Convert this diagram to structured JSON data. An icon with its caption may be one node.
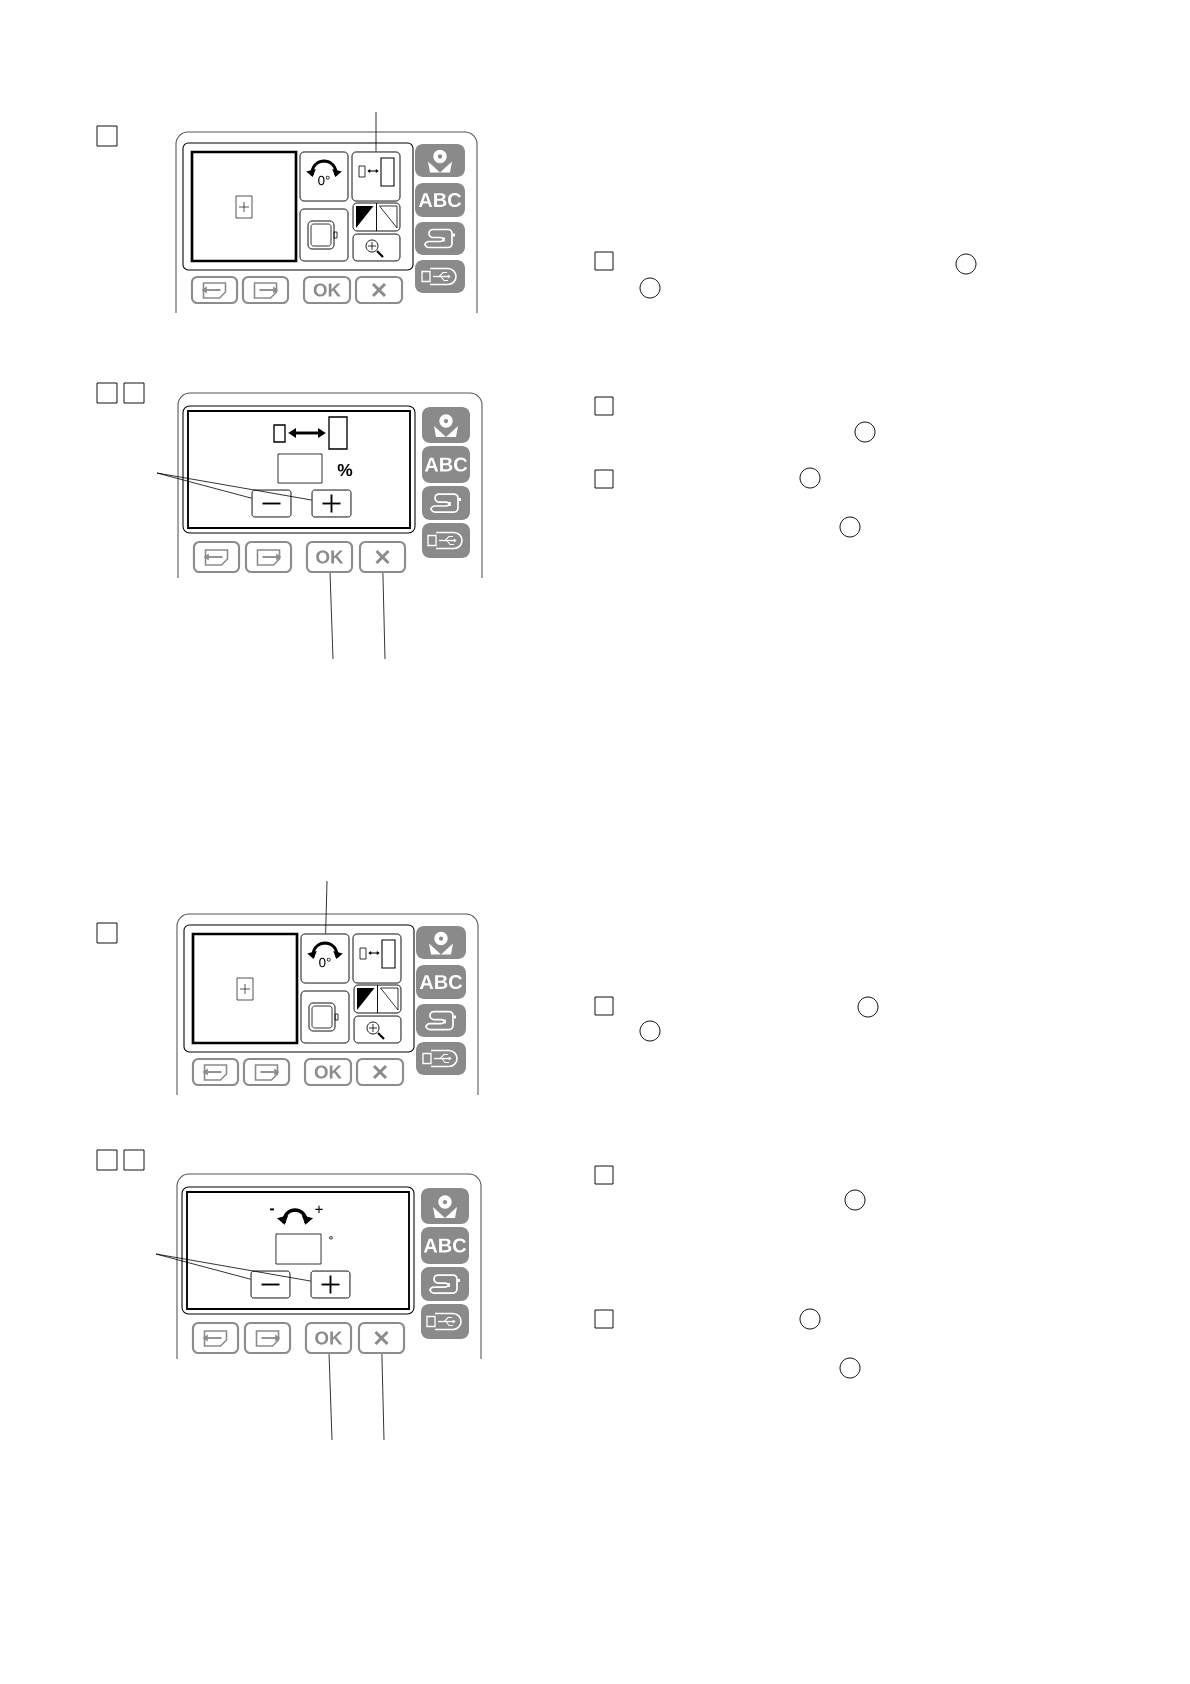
{
  "diagram": {
    "nodes": [
      {
        "text": [
          "0°"
        ]
      },
      {
        "text": [],
        "shape": "box"
      },
      {
        "text": [],
        "shape": "box"
      },
      {
        "text": [],
        "shape": "box"
      },
      {
        "text": [],
        "shape": "box"
      },
      {
        "text": [],
        "shape": "box"
      },
      {
        "text": [],
        "shape": "box"
      },
      {
        "text": [
          "OK"
        ]
      },
      {
        "text": [],
        "shape": "box"
      },
      {
        "text": [],
        "shape": "box"
      },
      {
        "text": [],
        "shape": "box"
      },
      {
        "text": [],
        "shape": "box"
      },
      {
        "text": [],
        "shape": "box"
      },
      {
        "text": [],
        "shape": "box"
      },
      {
        "text": [
          "OK"
        ]
      },
      {
        "text": [],
        "shape": "box"
      },
      {
        "text": [
          "0°"
        ]
      },
      {
        "text": [],
        "shape": "box"
      },
      {
        "text": [],
        "shape": "box"
      },
      {
        "text": [],
        "shape": "box"
      },
      {
        "text": [],
        "shape": "box"
      },
      {
        "text": [],
        "shape": "box"
      },
      {
        "text": [],
        "shape": "box"
      },
      {
        "text": [
          "OK"
        ]
      },
      {
        "text": [],
        "shape": "box"
      },
      {
        "text": [],
        "shape": "box"
      },
      {
        "text": [],
        "shape": "box"
      },
      {
        "text": [],
        "shape": "box"
      },
      {
        "text": [],
        "shape": "box"
      },
      {
        "text": [],
        "shape": "box"
      },
      {
        "text": [
          "OK"
        ]
      },
      {
        "text": [],
        "shape": "box"
      }
    ],
    "edges": [
      {
        "from": null,
        "to": 1,
        "arrow": "none"
      },
      {
        "from": null,
        "to": 10,
        "arrow": "none"
      },
      {
        "from": null,
        "to": 11,
        "arrow": "none"
      },
      {
        "from": null,
        "to": 14,
        "arrow": "none"
      },
      {
        "from": null,
        "to": 15,
        "arrow": "none"
      },
      {
        "from": null,
        "to": 16,
        "arrow": "none"
      },
      {
        "from": null,
        "to": 26,
        "arrow": "none"
      },
      {
        "from": null,
        "to": 27,
        "arrow": "none"
      },
      {
        "from": null,
        "to": 30,
        "arrow": "none"
      },
      {
        "from": null,
        "to": 31,
        "arrow": "none"
      }
    ],
    "labels": [
      "ABC",
      "%",
      "ABC",
      "ABC",
      "-",
      "+",
      "°",
      "ABC"
    ]
  }
}
